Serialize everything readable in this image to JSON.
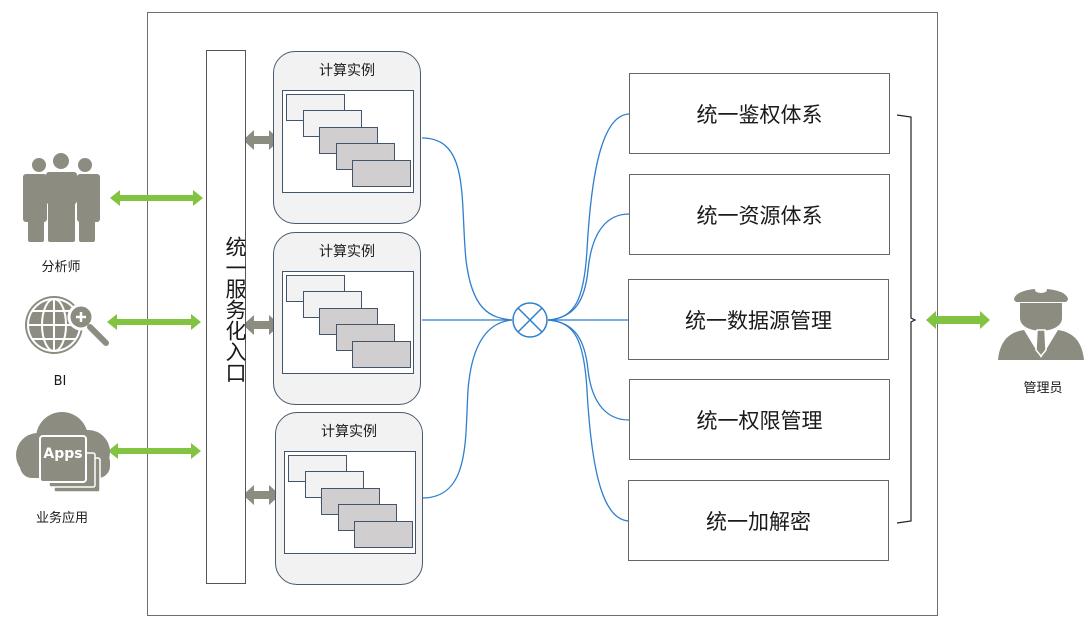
{
  "diagram": {
    "title": "",
    "colors": {
      "icon_gray": "#8c8c80",
      "green_arrow": "#82c341",
      "gray_arrow": "#8c8c80",
      "connector_blue": "#2e7fcf",
      "instance_border": "#44546a",
      "card_light": "#f2f2f2",
      "card_dark": "#d0cece"
    },
    "actors_left": [
      {
        "label": "分析师",
        "icon": "users-group-icon"
      },
      {
        "label": "BI",
        "icon": "globe-search-icon"
      },
      {
        "label": "业务应用",
        "icon": "apps-cloud-icon",
        "icon_text": "Apps"
      }
    ],
    "entry": {
      "label": "统一服务化入口"
    },
    "instances": [
      {
        "title": "计算实例"
      },
      {
        "title": "计算实例"
      },
      {
        "title": "计算实例"
      }
    ],
    "hub": {
      "icon": "hub-cross-circle-icon"
    },
    "services": [
      {
        "label": "统一鉴权体系"
      },
      {
        "label": "统一资源体系"
      },
      {
        "label": "统一数据源管理"
      },
      {
        "label": "统一权限管理"
      },
      {
        "label": "统一加解密"
      }
    ],
    "actor_right": {
      "label": "管理员",
      "icon": "admin-user-icon"
    }
  }
}
